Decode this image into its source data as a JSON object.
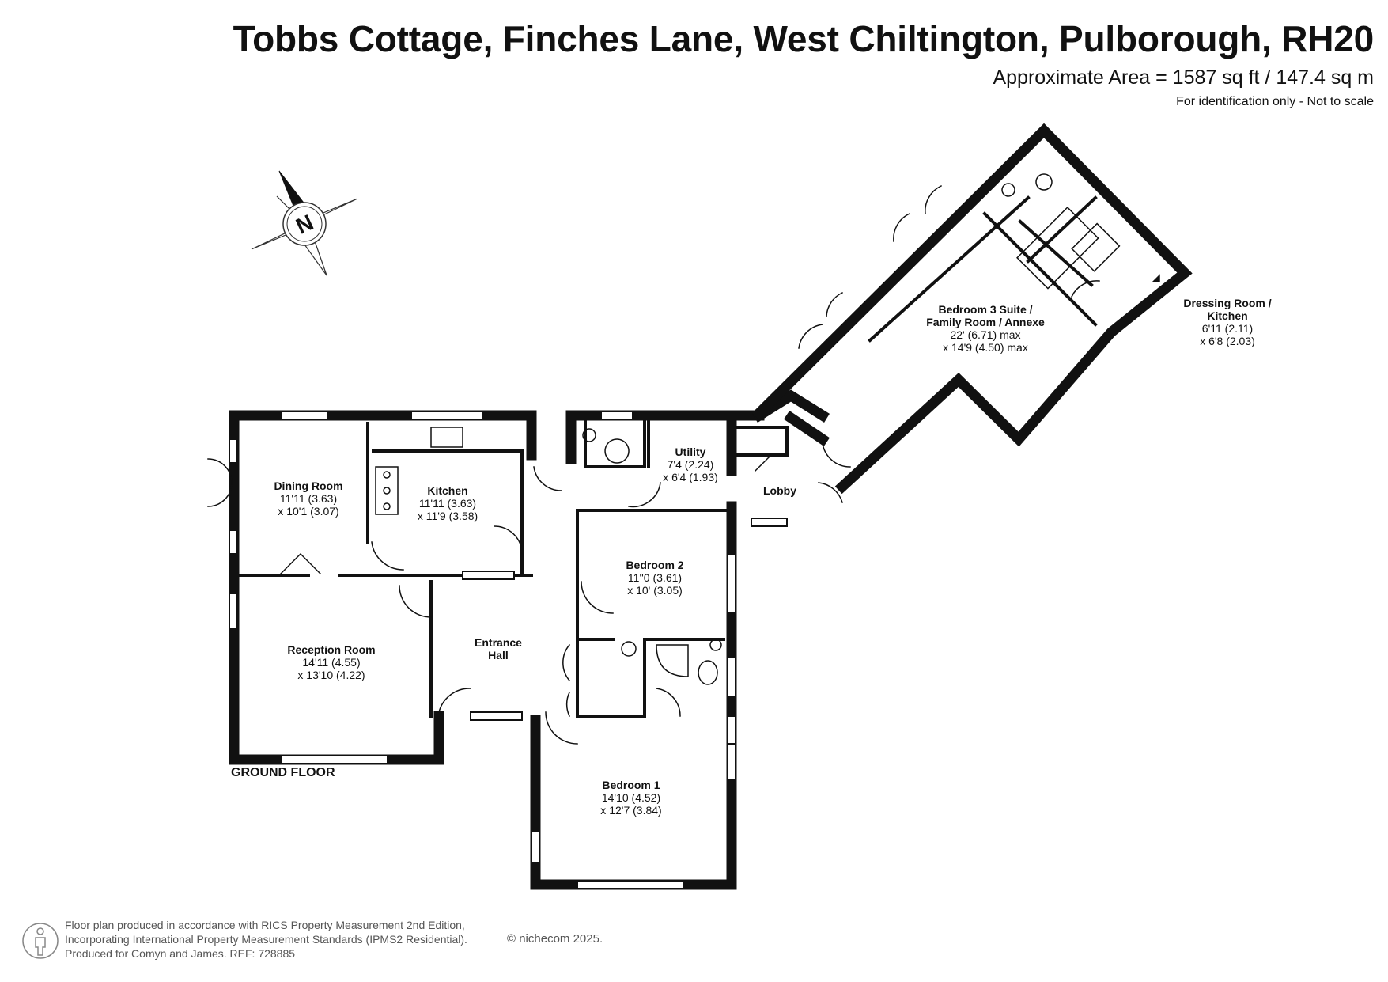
{
  "header": {
    "title": "Tobbs Cottage, Finches Lane, West Chiltington, Pulborough, RH20",
    "area": "Approximate Area = 1587 sq ft / 147.4 sq m",
    "note": "For identification only - Not to scale"
  },
  "compass": {
    "letter": "N",
    "icon": "compass-rose-icon"
  },
  "floor_label": "GROUND FLOOR",
  "rooms": {
    "dining": {
      "name": "Dining Room",
      "dim1": "11'11 (3.63)",
      "dim2": "x 10'1 (3.07)"
    },
    "kitchen": {
      "name": "Kitchen",
      "dim1": "11'11 (3.63)",
      "dim2": "x 11'9 (3.58)"
    },
    "utility": {
      "name": "Utility",
      "dim1": "7'4 (2.24)",
      "dim2": "x 6'4 (1.93)"
    },
    "lobby": {
      "name": "Lobby"
    },
    "bedroom3_line1": "Bedroom 3 Suite /",
    "bedroom3_line2": "Family Room / Annexe",
    "bedroom3_dim1": "22' (6.71) max",
    "bedroom3_dim2": "x 14'9 (4.50) max",
    "dressing_line1": "Dressing Room /",
    "dressing_line2": "Kitchen",
    "dressing_dim1": "6'11 (2.11)",
    "dressing_dim2": "x 6'8 (2.03)",
    "bedroom2": {
      "name": "Bedroom 2",
      "dim1": "11''0 (3.61)",
      "dim2": "x 10' (3.05)"
    },
    "entrance_line1": "Entrance",
    "entrance_line2": "Hall",
    "reception": {
      "name": "Reception Room",
      "dim1": "14'11 (4.55)",
      "dim2": "x 13'10 (4.22)"
    },
    "bedroom1": {
      "name": "Bedroom 1",
      "dim1": "14'10 (4.52)",
      "dim2": "x 12'7 (3.84)"
    }
  },
  "footer": {
    "line1": "Floor plan produced in accordance with RICS Property Measurement 2nd Edition,",
    "line2": "Incorporating International Property Measurement Standards (IPMS2 Residential).",
    "line3": "Produced for Comyn and James.   REF: 728885",
    "brand": "© nichecom 2025."
  }
}
